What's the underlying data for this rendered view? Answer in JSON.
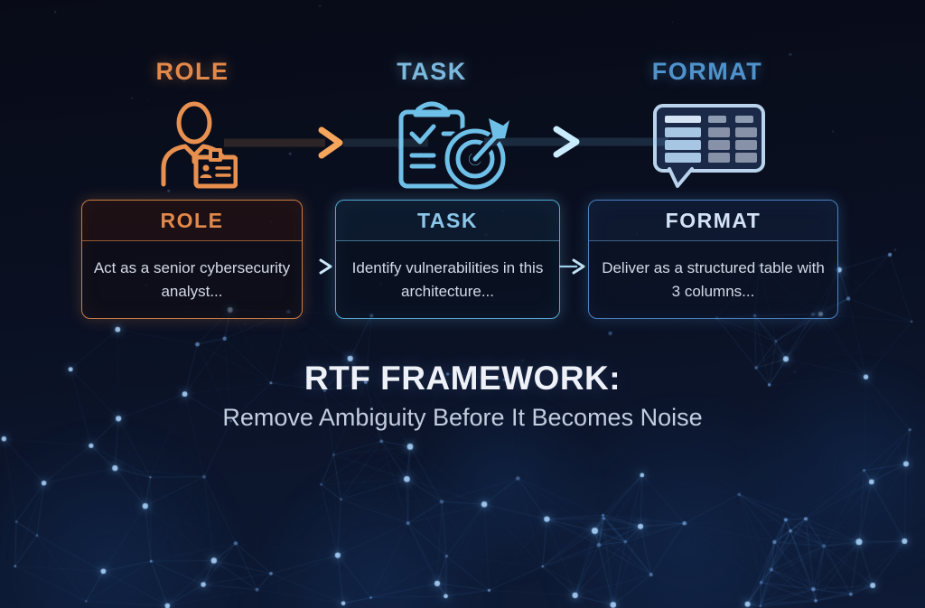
{
  "top_row": {
    "columns": [
      {
        "id": "role",
        "label": "ROLE",
        "icon": "person-id-badge-icon",
        "accent": "#e2884b"
      },
      {
        "id": "task",
        "label": "TASK",
        "icon": "clipboard-target-icon",
        "accent": "#7cb9de"
      },
      {
        "id": "format",
        "label": "FORMAT",
        "icon": "table-speech-bubble-icon",
        "accent": "#4f93cd"
      }
    ]
  },
  "cards": [
    {
      "id": "role",
      "title": "ROLE",
      "body": "Act as a senior cybersecurity analyst...",
      "accent": "#c97c44",
      "title_color": "#e2884b"
    },
    {
      "id": "task",
      "title": "TASK",
      "body": "Identify vulnerabilities in this architecture...",
      "accent": "#55a9d4",
      "title_color": "#8cc6e8"
    },
    {
      "id": "format",
      "title": "FORMAT",
      "body": "Deliver as a structured table with 3 columns...",
      "accent": "#4a82c2",
      "title_color": "#d3e3f5"
    }
  ],
  "footer": {
    "title": "RTF FRAMEWORK:",
    "subtitle": "Remove Ambiguity Before It Becomes Noise"
  },
  "colors": {
    "background_top": "#080b17",
    "background_bottom": "#0e1b36",
    "network_node": "#5aa0e0",
    "body_text": "#d3dae8",
    "title_text": "#eef2f8",
    "subtitle_text": "#c2cddf"
  }
}
